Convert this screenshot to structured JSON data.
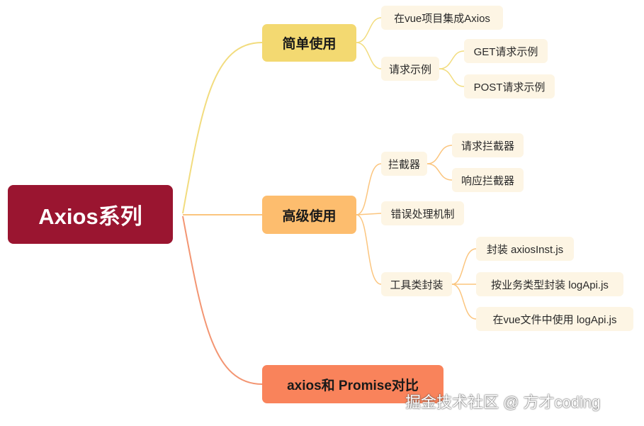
{
  "root": {
    "label": "Axios系列"
  },
  "branches": {
    "basic": {
      "label": "简单使用",
      "color": "#f3d971",
      "line": "#f2dc7e"
    },
    "advanced": {
      "label": "高级使用",
      "color": "#fdbd6e",
      "line": "#fbc57e"
    },
    "compare": {
      "label": "axios和 Promise对比",
      "color": "#f9835b",
      "line": "#f39572"
    }
  },
  "leaves": {
    "integrate_vue": "在vue项目集成Axios",
    "request_examples": "请求示例",
    "get_example": "GET请求示例",
    "post_example": "POST请求示例",
    "interceptors": "拦截器",
    "request_interceptor": "请求拦截器",
    "response_interceptor": "响应拦截器",
    "error_handling": "错误处理机制",
    "tool_wrapper": "工具类封装",
    "wrap_axios_inst": "封装 axiosInst.js",
    "wrap_log_api": "按业务类型封装 logApi.js",
    "use_in_vue": "在vue文件中使用  logApi.js"
  },
  "watermark": "掘金技术社区 @ 方才coding"
}
